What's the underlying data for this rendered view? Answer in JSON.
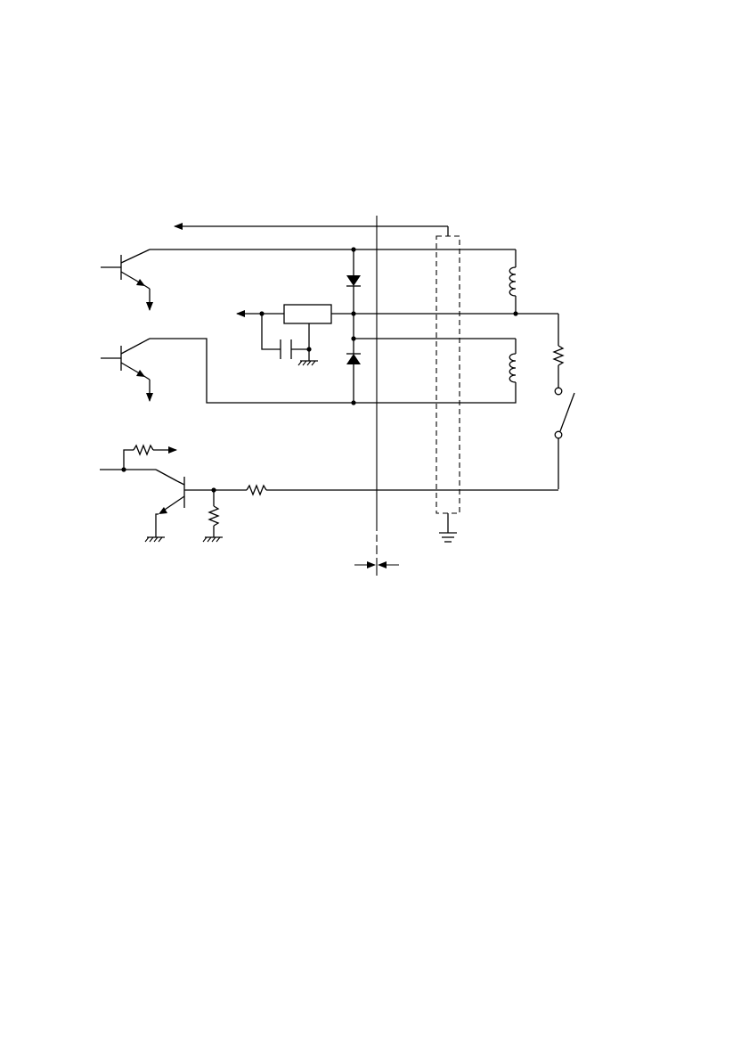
{
  "diagram": {
    "kind": "circuit-schematic",
    "colors": {
      "ink": "#000000",
      "background": "#ffffff"
    },
    "components": [
      "transistor-q1-icon",
      "transistor-q2-icon",
      "transistor-q3-icon",
      "diode-upper-icon",
      "diode-lower-icon",
      "regulator-block",
      "capacitor-icon",
      "coil-upper-icon",
      "coil-lower-icon",
      "resistor-coil-series-icon",
      "switch-icon",
      "resistor-base-icon",
      "resistor-line-icon",
      "resistor-pulldown-icon",
      "shielded-cable",
      "earth-ground-icon",
      "chassis-ground-icon"
    ]
  }
}
